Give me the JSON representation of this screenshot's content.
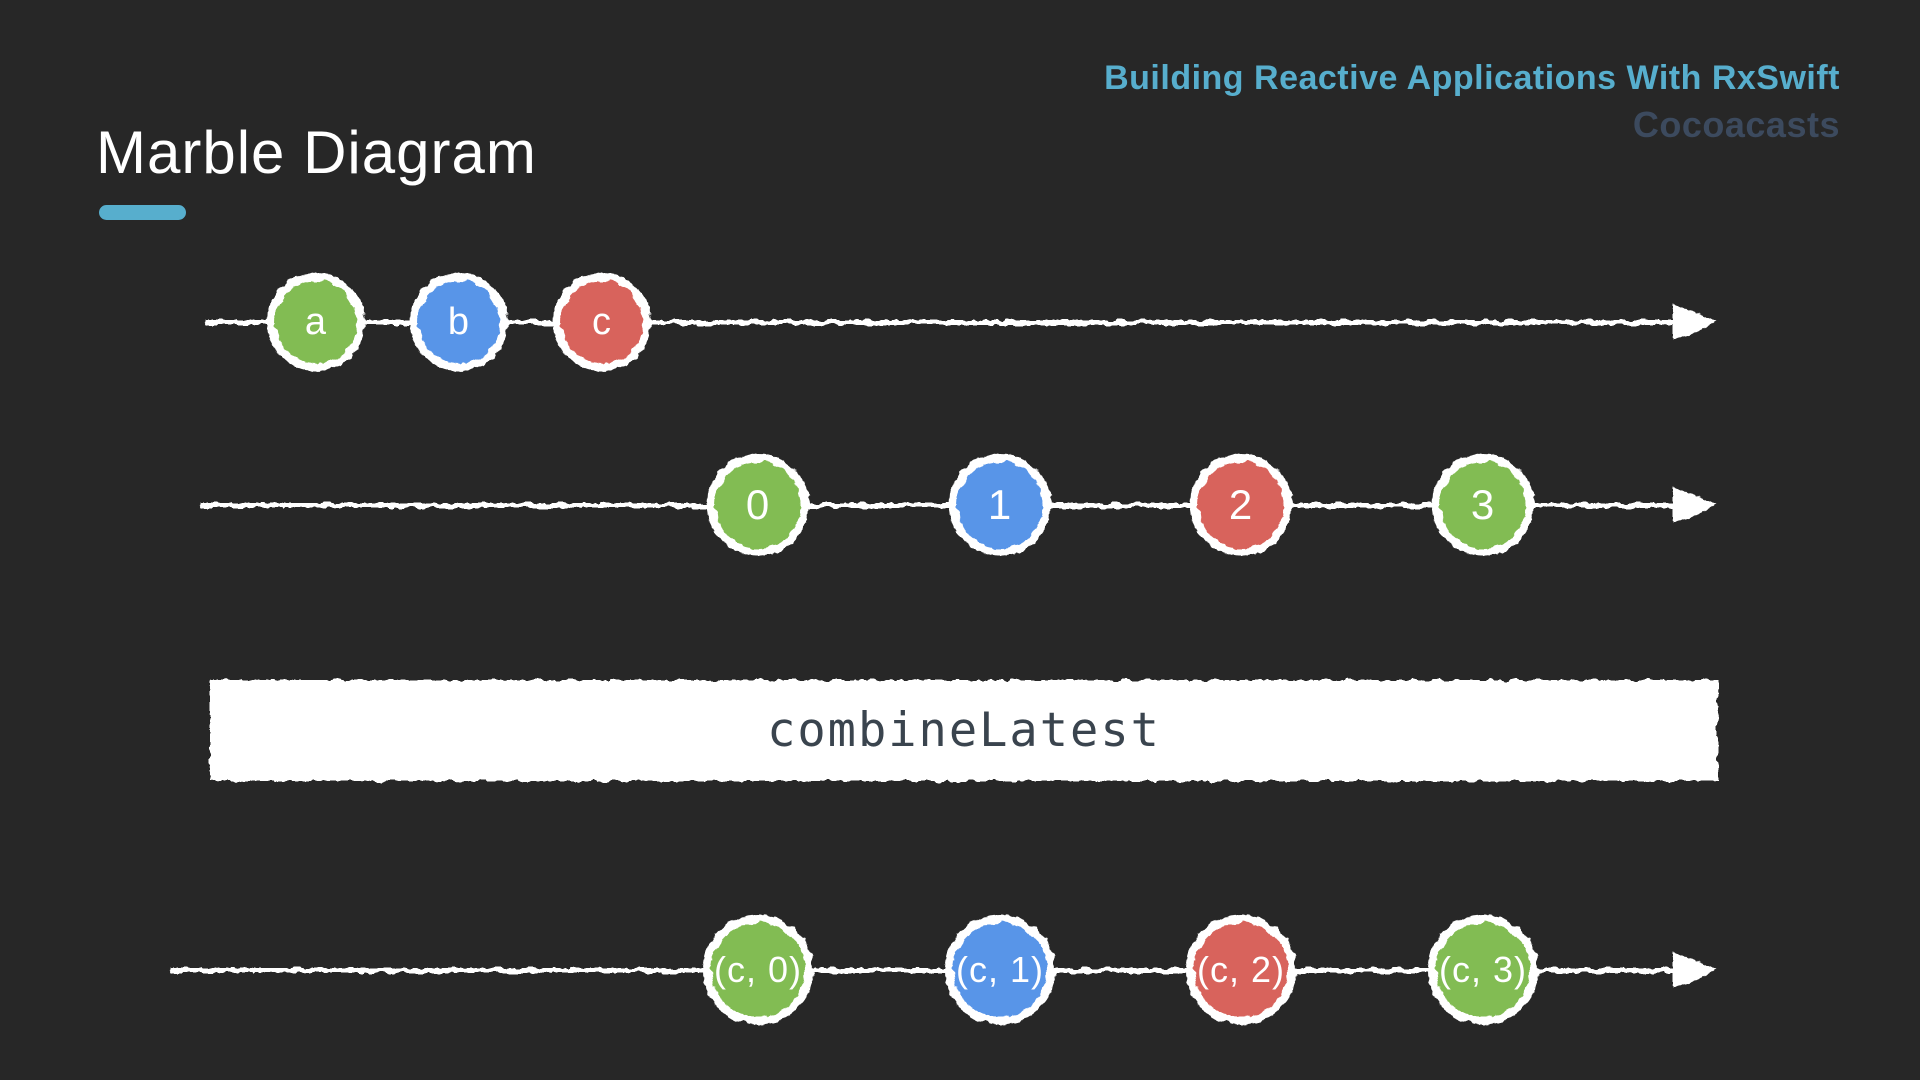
{
  "header": {
    "title": "Building Reactive Applications With RxSwift",
    "brand": "Cocoacasts"
  },
  "page": {
    "title": "Marble Diagram"
  },
  "operator": {
    "label": "combineLatest"
  },
  "colors": {
    "background": "#272727",
    "accent": "#57aecd",
    "brand_muted": "#3c4a5e",
    "line_white": "#ffffff",
    "marble_green": "#82bc52",
    "marble_blue": "#5895e8",
    "marble_red": "#d8645b",
    "operator_text": "#3a444e"
  },
  "streams": [
    {
      "name": "source-stream-letters",
      "marbles": [
        {
          "label": "a",
          "color": "marble_green"
        },
        {
          "label": "b",
          "color": "marble_blue"
        },
        {
          "label": "c",
          "color": "marble_red"
        }
      ]
    },
    {
      "name": "source-stream-numbers",
      "marbles": [
        {
          "label": "0",
          "color": "marble_green"
        },
        {
          "label": "1",
          "color": "marble_blue"
        },
        {
          "label": "2",
          "color": "marble_red"
        },
        {
          "label": "3",
          "color": "marble_green"
        }
      ]
    },
    {
      "name": "output-stream-combined",
      "marbles": [
        {
          "label": "(c, 0)",
          "color": "marble_green"
        },
        {
          "label": "(c, 1)",
          "color": "marble_blue"
        },
        {
          "label": "(c, 2)",
          "color": "marble_red"
        },
        {
          "label": "(c, 3)",
          "color": "marble_green"
        }
      ]
    }
  ]
}
